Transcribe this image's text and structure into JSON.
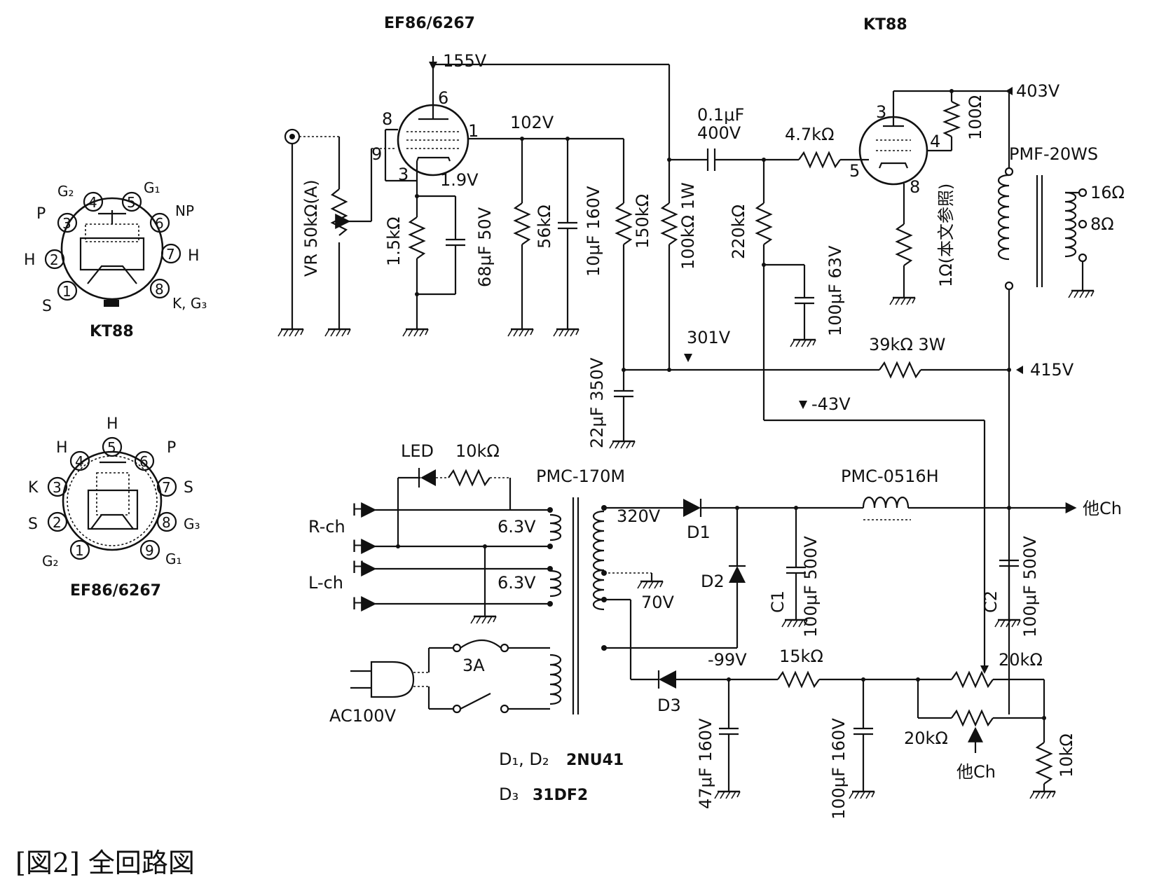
{
  "tubes": {
    "v1_title": "EF86/6267",
    "v2_title": "KT88"
  },
  "pinouts": {
    "kt88": {
      "name": "KT88",
      "pins": [
        "1",
        "2",
        "3",
        "4",
        "5",
        "6",
        "7",
        "8"
      ],
      "labels": {
        "G2": "G₂",
        "G1": "G₁",
        "P": "P",
        "NP": "NP",
        "H_left": "H",
        "H_right": "H",
        "S": "S",
        "KG3": "K, G₃"
      }
    },
    "ef86": {
      "name": "EF86/6267",
      "pins": [
        "1",
        "2",
        "3",
        "4",
        "5",
        "6",
        "7",
        "8",
        "9"
      ],
      "labels": {
        "H_top": "H",
        "H_left": "H",
        "P": "P",
        "K": "K",
        "S_right": "S",
        "S_left": "S",
        "G3": "G₃",
        "G2": "G₂",
        "G1": "G₁"
      }
    }
  },
  "voltages": {
    "v155": "155V",
    "v102": "102V",
    "v1_9": "1.9V",
    "v403": "403V",
    "v301": "301V",
    "v415": "415V",
    "vm43": "-43V",
    "v320": "320V",
    "v70": "70V",
    "vm99": "-99V",
    "h63a": "6.3V",
    "h63b": "6.3V"
  },
  "pins_v1": {
    "p6": "6",
    "p8": "8",
    "p9": "9",
    "p1": "1",
    "p3": "3"
  },
  "pins_v2": {
    "p3": "3",
    "p4": "4",
    "p5": "5",
    "p8": "8"
  },
  "parts": {
    "vr": "VR 50kΩ(A)",
    "r15k": "1.5kΩ",
    "c68": "68μF 50V",
    "r56k": "56kΩ",
    "c10": "10μF 160V",
    "r150k": "150kΩ",
    "r100k": "100kΩ 1W",
    "c01a": "0.1μF",
    "c01b": "400V",
    "r47k": "4.7kΩ",
    "r220k": "220kΩ",
    "c100_63": "100μF 63V",
    "r100ohm": "100Ω",
    "r1ohm": "1Ω(本文参照)",
    "opt": "PMF-20WS",
    "t16": "16Ω",
    "t8": "8Ω",
    "r39k": "39kΩ 3W",
    "c22": "22μF 350V",
    "led": "LED",
    "r10k_led": "10kΩ",
    "pt": "PMC-170M",
    "choke": "PMC-0516H",
    "other_ch": "他Ch",
    "other_ch2": "他Ch",
    "d1": "D1",
    "d2": "D2",
    "d3": "D3",
    "c1": "C1",
    "c1v": "100μF 500V",
    "c2": "C2",
    "c2v": "100μF 500V",
    "rch": "R-ch",
    "lch": "L-ch",
    "H": "H",
    "fuse": "3A",
    "ac": "AC100V",
    "r15k_b": "15kΩ",
    "r20k_a": "20kΩ",
    "r20k_b": "20kΩ",
    "r10k_b": "10kΩ",
    "c47": "47μF 160V",
    "c100_160": "100μF 160V"
  },
  "notes": {
    "d12": "D₁, D₂",
    "d12_part": "2NU41",
    "d3": "D₃",
    "d3_part": "31DF2"
  },
  "caption": "[図2] 全回路図"
}
